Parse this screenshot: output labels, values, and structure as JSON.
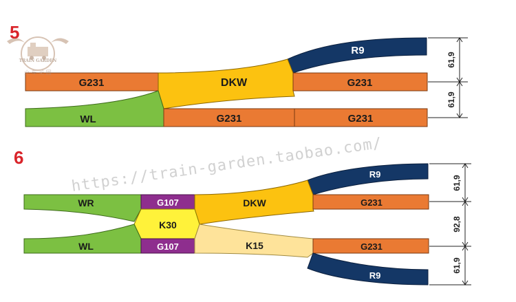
{
  "diagram5": {
    "number": "5",
    "pieces": {
      "r9": "R9",
      "g231_left": "G231",
      "dkw": "DKW",
      "g231_right_top": "G231",
      "wl": "WL",
      "g231_mid": "G231",
      "g231_right_bottom": "G231"
    },
    "dims": [
      "61,9",
      "61,9"
    ]
  },
  "diagram6": {
    "number": "6",
    "pieces": {
      "wr": "WR",
      "g107_top": "G107",
      "dkw": "DKW",
      "r9_top": "R9",
      "g231_top": "G231",
      "k30": "K30",
      "wl": "WL",
      "g107_bottom": "G107",
      "k15": "K15",
      "g231_bottom": "G231",
      "r9_bottom": "R9"
    },
    "dims": [
      "61,9",
      "92,8",
      "61,9"
    ]
  },
  "watermark": {
    "url": "https://train-garden.taobao.com/"
  },
  "logo": {
    "name": "TRAIN GARDEN",
    "chinese": "火 车 花 园"
  },
  "colors": {
    "orange": "#ea7a33",
    "green": "#7cc042",
    "yellow": "#fcc210",
    "navy": "#143766",
    "purple": "#8e2e8e",
    "light_yellow": "#fff23a",
    "cream": "#fee39a",
    "number_red": "#d9242a"
  }
}
